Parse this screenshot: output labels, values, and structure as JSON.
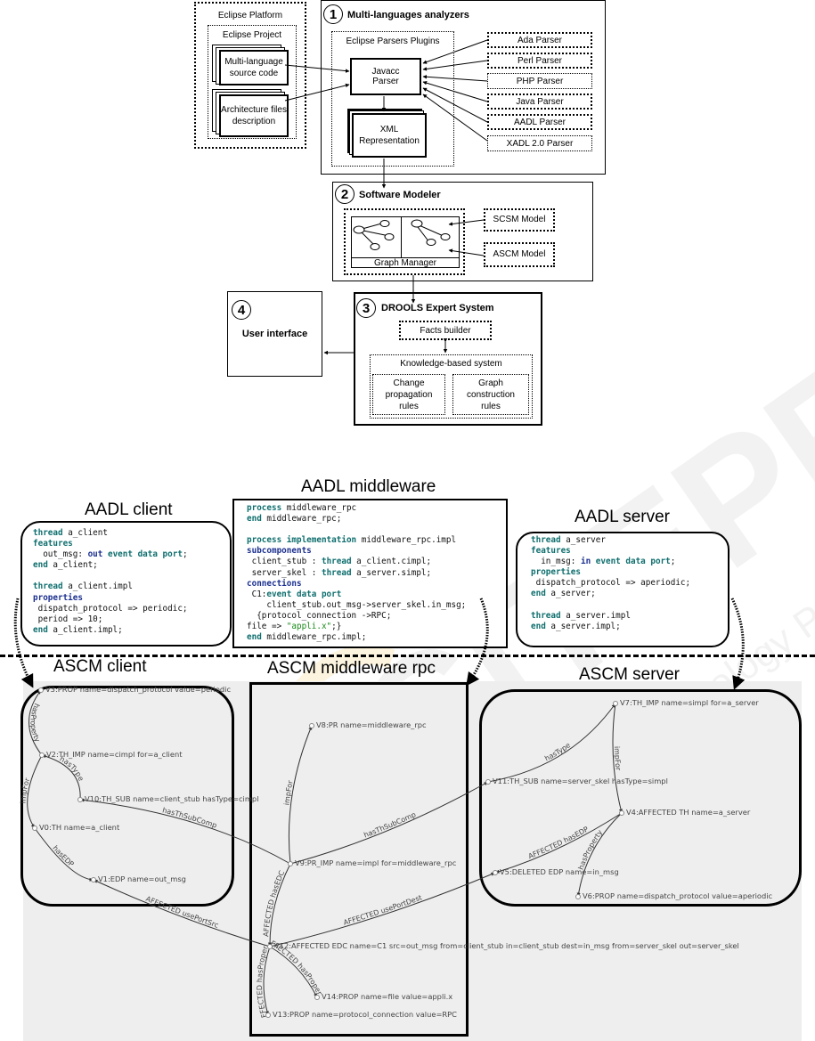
{
  "architecture": {
    "eclipse_platform": {
      "title": "Eclipse Platform",
      "project_title": "Eclipse Project",
      "files": [
        "Multi-language source code",
        "Architecture files description"
      ]
    },
    "module1": {
      "number": "1",
      "title": "Multi-languages analyzers",
      "plugins_title": "Eclipse Parsers Plugins",
      "javacc": "Javacc Parser",
      "xml": "XML Representation",
      "parsers": [
        "Ada Parser",
        "Perl Parser",
        "PHP Parser",
        "Java Parser",
        "AADL Parser",
        "XADL 2.0 Parser"
      ]
    },
    "module2": {
      "number": "2",
      "title": "Software Modeler",
      "graph_manager": "Graph Manager",
      "models": [
        "SCSM Model",
        "ASCM Model"
      ]
    },
    "module3": {
      "number": "3",
      "title": "DROOLS Expert System",
      "facts_builder": "Facts builder",
      "kbs_title": "Knowledge-based system",
      "rules": [
        "Change propagation rules",
        "Graph construction rules"
      ]
    },
    "module4": {
      "number": "4",
      "title": "User interface"
    }
  },
  "aadl": {
    "client": {
      "title": "AADL client",
      "lines": [
        [
          {
            "t": "thread",
            "c": "kw"
          },
          {
            "t": " a_client"
          }
        ],
        [
          {
            "t": "features",
            "c": "kw"
          }
        ],
        [
          {
            "t": "  out_msg: "
          },
          {
            "t": "out",
            "c": "kw2"
          },
          {
            "t": " "
          },
          {
            "t": "event data port",
            "c": "kw"
          },
          {
            "t": ";"
          }
        ],
        [
          {
            "t": "end",
            "c": "kw"
          },
          {
            "t": " a_client;"
          }
        ],
        [
          {
            "t": ""
          }
        ],
        [
          {
            "t": "thread",
            "c": "kw"
          },
          {
            "t": " a_client.impl"
          }
        ],
        [
          {
            "t": "properties",
            "c": "kw2"
          }
        ],
        [
          {
            "t": " dispatch_protocol => periodic;"
          }
        ],
        [
          {
            "t": " period => 10;"
          }
        ],
        [
          {
            "t": "end",
            "c": "kw"
          },
          {
            "t": " a_client.impl;"
          }
        ]
      ]
    },
    "middleware": {
      "title": "AADL middleware",
      "lines": [
        [
          {
            "t": "process",
            "c": "kw"
          },
          {
            "t": " middleware_rpc"
          }
        ],
        [
          {
            "t": "end",
            "c": "kw"
          },
          {
            "t": " middleware_rpc;"
          }
        ],
        [
          {
            "t": ""
          }
        ],
        [
          {
            "t": "process implementation",
            "c": "kw"
          },
          {
            "t": " middleware_rpc.impl"
          }
        ],
        [
          {
            "t": "subcomponents",
            "c": "kw2"
          }
        ],
        [
          {
            "t": " client_stub : "
          },
          {
            "t": "thread",
            "c": "kw"
          },
          {
            "t": " a_client.cimpl;"
          }
        ],
        [
          {
            "t": " server_skel : "
          },
          {
            "t": "thread",
            "c": "kw"
          },
          {
            "t": " a_server.simpl;"
          }
        ],
        [
          {
            "t": "connections",
            "c": "kw2"
          }
        ],
        [
          {
            "t": " C1:"
          },
          {
            "t": "event data port",
            "c": "kw"
          }
        ],
        [
          {
            "t": "    client_stub.out_msg->server_skel.in_msg;"
          }
        ],
        [
          {
            "t": "  {protocol_connection ->RPC;"
          }
        ],
        [
          {
            "t": "file => "
          },
          {
            "t": "\"appli.x\"",
            "c": "str"
          },
          {
            "t": ";}"
          }
        ],
        [
          {
            "t": "end",
            "c": "kw"
          },
          {
            "t": " middleware_rpc.impl;"
          }
        ]
      ]
    },
    "server": {
      "title": "AADL server",
      "lines": [
        [
          {
            "t": "thread",
            "c": "kw"
          },
          {
            "t": " a_server"
          }
        ],
        [
          {
            "t": "features",
            "c": "kw"
          }
        ],
        [
          {
            "t": "  in_msg: "
          },
          {
            "t": "in",
            "c": "kw2"
          },
          {
            "t": " "
          },
          {
            "t": "event data port",
            "c": "kw"
          },
          {
            "t": ";"
          }
        ],
        [
          {
            "t": "properties",
            "c": "kw"
          }
        ],
        [
          {
            "t": " dispatch_protocol => aperiodic;"
          }
        ],
        [
          {
            "t": "end",
            "c": "kw"
          },
          {
            "t": " a_server;"
          }
        ],
        [
          {
            "t": ""
          }
        ],
        [
          {
            "t": "thread",
            "c": "kw"
          },
          {
            "t": " a_server.impl"
          }
        ],
        [
          {
            "t": "end",
            "c": "kw"
          },
          {
            "t": " a_server.impl;"
          }
        ]
      ]
    }
  },
  "ascm": {
    "client_title": "ASCM client",
    "middleware_title": "ASCM middleware rpc",
    "server_title": "ASCM server",
    "nodes": [
      {
        "id": "V3",
        "label": "V3:PROP name=dispatch_protocol value=periodic"
      },
      {
        "id": "V2",
        "label": "V2:TH_IMP name=cimpl for=a_client"
      },
      {
        "id": "V10",
        "label": "V10:TH_SUB name=client_stub hasType=cimpl"
      },
      {
        "id": "V0",
        "label": "V0:TH name=a_client"
      },
      {
        "id": "V1",
        "label": "V1:EDP name=out_msg"
      },
      {
        "id": "V8",
        "label": "V8:PR name=middleware_rpc"
      },
      {
        "id": "V9",
        "label": "V9:PR_IMP name=impl for=middleware_rpc"
      },
      {
        "id": "V12",
        "label": "V12:AFFECTED EDC name=C1 src=out_msg from=client_stub in=client_stub dest=in_msg from=server_skel out=server_skel"
      },
      {
        "id": "V14",
        "label": "V14:PROP name=file value=appli.x"
      },
      {
        "id": "V13",
        "label": "V13:PROP name=protocol_connection value=RPC"
      },
      {
        "id": "V7",
        "label": "V7:TH_IMP name=simpl for=a_server"
      },
      {
        "id": "V11",
        "label": "V11:TH_SUB name=server_skel hasType=simpl"
      },
      {
        "id": "V4",
        "label": "V4:AFFECTED TH name=a_server"
      },
      {
        "id": "V5",
        "label": "V5:DELETED EDP name=in_msg"
      },
      {
        "id": "V6",
        "label": "V6:PROP name=dispatch_protocol value=aperiodic"
      }
    ],
    "edges": [
      {
        "from": "V2",
        "to": "V3",
        "label": "hasProperty"
      },
      {
        "from": "V10",
        "to": "V2",
        "label": "hasType"
      },
      {
        "from": "V2",
        "to": "V0",
        "label": "impFor"
      },
      {
        "from": "V0",
        "to": "V1",
        "label": "hasEDP"
      },
      {
        "from": "V9",
        "to": "V10",
        "label": "hasThSubComp"
      },
      {
        "from": "V9",
        "to": "V8",
        "label": "impFor"
      },
      {
        "from": "V9",
        "to": "V11",
        "label": "hasThSubComp"
      },
      {
        "from": "V9",
        "to": "V12",
        "label": "AFFECTED hasEDC"
      },
      {
        "from": "V12",
        "to": "V1",
        "label": "AFFECTED usePortSrc"
      },
      {
        "from": "V12",
        "to": "V5",
        "label": "AFFECTED usePortDest"
      },
      {
        "from": "V12",
        "to": "V14",
        "label": "AFFECTED hasProperty"
      },
      {
        "from": "V12",
        "to": "V13",
        "label": "AFFECTED hasProperty"
      },
      {
        "from": "V11",
        "to": "V7",
        "label": "hasType"
      },
      {
        "from": "V7",
        "to": "V4",
        "label": "impFor"
      },
      {
        "from": "V4",
        "to": "V5",
        "label": "AFFECTED hasEDP"
      },
      {
        "from": "V4",
        "to": "V6",
        "label": "hasProperty"
      }
    ]
  },
  "watermark": {
    "text1": "SCITEPRESS",
    "text2": "Science and Technology Publications"
  }
}
